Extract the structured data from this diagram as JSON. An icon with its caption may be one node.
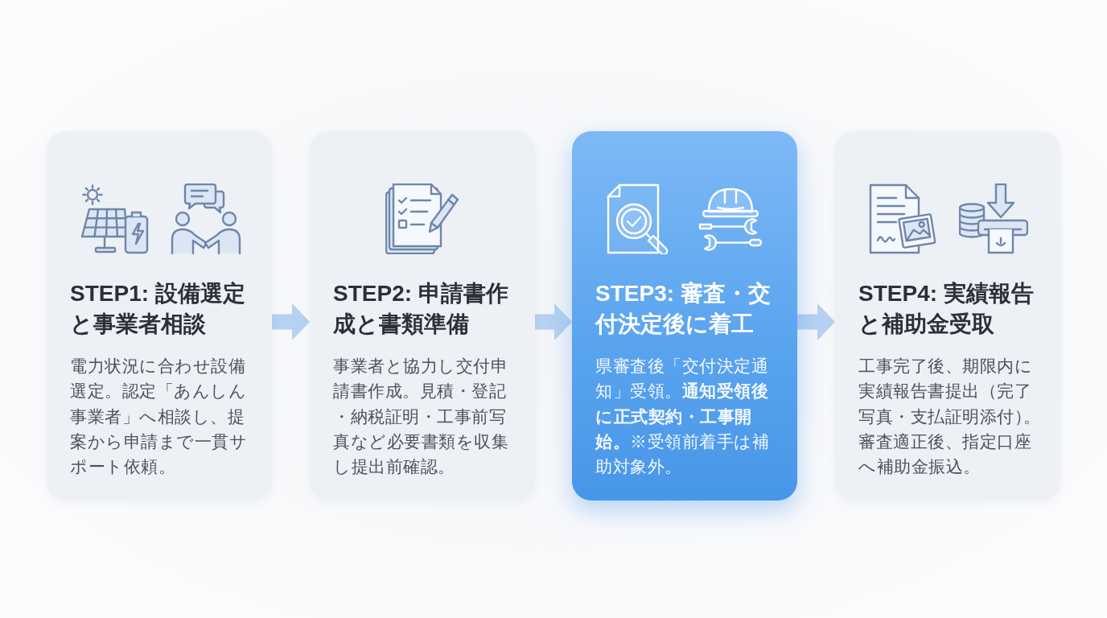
{
  "diagram": {
    "nodes": [
      {
        "text": [
          "STEP1: 設備選定と事業者相談",
          "電力状況に合わせ設備選定。認定「あんしん事業者」へ相談し、提案から申請まで一貫サポート依頼。"
        ]
      },
      {
        "text": [
          "STEP2: 申請書作成と書類準備",
          "事業者と協力し交付申請書作成。見積・登記・納税証明・工事前写真など必要書類を収集し提出前確認。"
        ]
      },
      {
        "text": [
          "STEP3: 審査・交付決定後に着工",
          "県審査後「交付決定通知」受領。**通知受領後に正式契約・工事開始。**※受領前着手は補助対象外。"
        ]
      },
      {
        "text": [
          "STEP4: 実績報告と補助金受取",
          "工事完了後、期限内に実績報告書提出（完了写真・支払証明添付）。審査適正後、指定口座へ補助金振込。"
        ]
      }
    ],
    "edges": [
      {
        "from": 0,
        "to": 1,
        "arrow": "to"
      },
      {
        "from": 1,
        "to": 2,
        "arrow": "to"
      },
      {
        "from": 2,
        "to": 3,
        "arrow": "to"
      }
    ]
  }
}
